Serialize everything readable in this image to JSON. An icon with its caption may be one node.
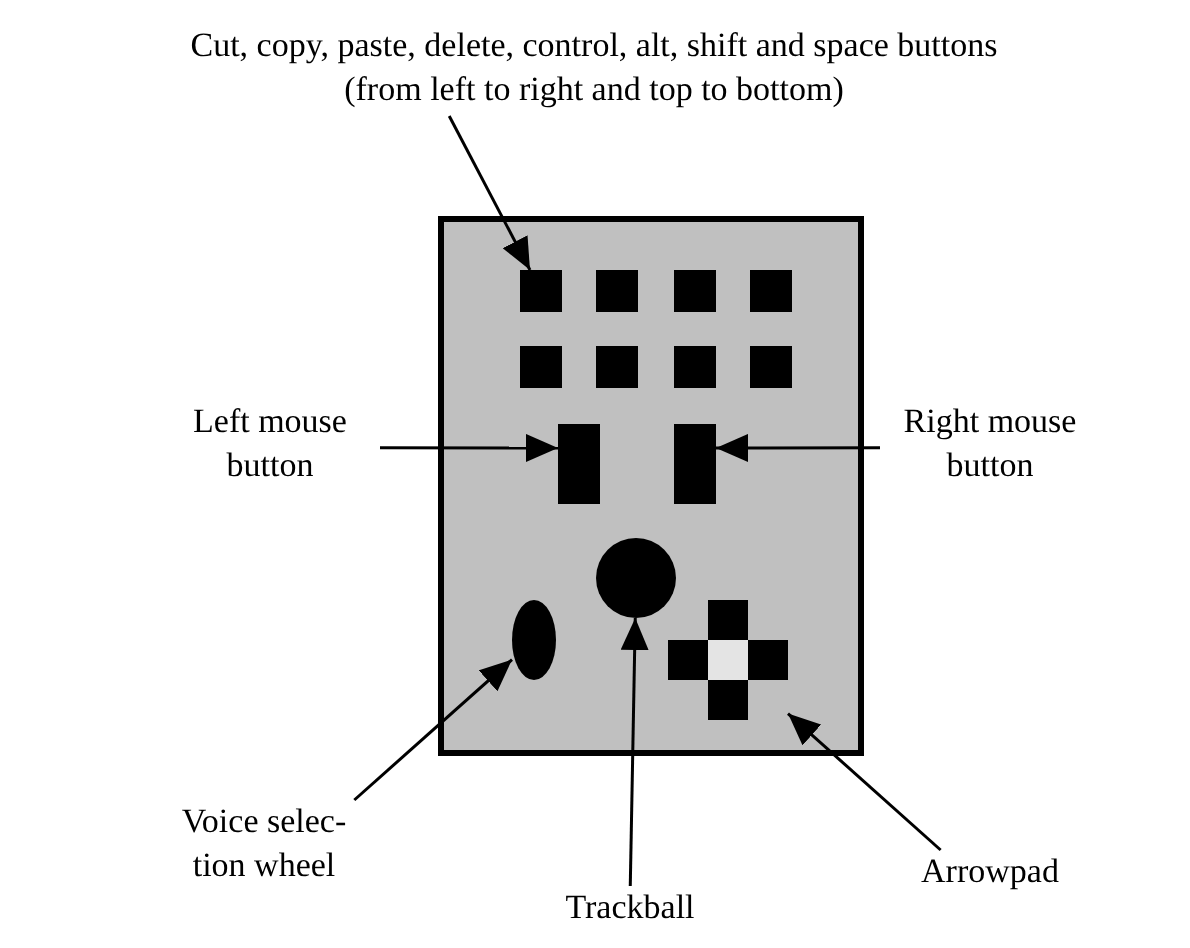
{
  "diagram": {
    "nodes": [
      {
        "text": [
          "Cut, copy, paste, delete, control, alt, shift and space buttons (from left to right and top to bottom)"
        ]
      },
      {
        "text": [],
        "shape": "box"
      },
      {
        "text": [],
        "shape": "box",
        "in": 1
      },
      {
        "text": [],
        "shape": "box",
        "in": 1
      },
      {
        "text": [],
        "shape": "box",
        "in": 1
      },
      {
        "text": [],
        "shape": "box",
        "in": 1
      },
      {
        "text": [],
        "shape": "box",
        "in": 1
      },
      {
        "text": [],
        "shape": "box",
        "in": 1
      },
      {
        "text": [],
        "shape": "box",
        "in": 1
      },
      {
        "text": [],
        "shape": "box",
        "in": 1
      },
      {
        "text": [
          "Left mouse button"
        ]
      },
      {
        "text": [],
        "shape": "box",
        "in": 1
      },
      {
        "text": [],
        "shape": "box",
        "in": 1
      },
      {
        "text": [
          "Right mouse button"
        ]
      },
      {
        "text": [],
        "shape": "circle",
        "in": 1
      },
      {
        "text": [],
        "shape": "ellipse",
        "in": 1
      },
      {
        "text": [],
        "shape": "cross",
        "in": 1
      },
      {
        "text": [
          "Voice selec-tion wheel"
        ]
      },
      {
        "text": [
          "Trackball"
        ]
      },
      {
        "text": [
          "Arrowpad"
        ]
      }
    ],
    "edges": [
      {
        "from": 0,
        "to": 2,
        "arrow": "to"
      },
      {
        "from": 10,
        "to": 11,
        "arrow": "to"
      },
      {
        "from": 13,
        "to": 12,
        "arrow": "to"
      },
      {
        "from": 17,
        "to": 15,
        "arrow": "to"
      },
      {
        "from": 18,
        "to": 14,
        "arrow": "to"
      },
      {
        "from": 19,
        "to": 16,
        "arrow": "to"
      }
    ]
  }
}
